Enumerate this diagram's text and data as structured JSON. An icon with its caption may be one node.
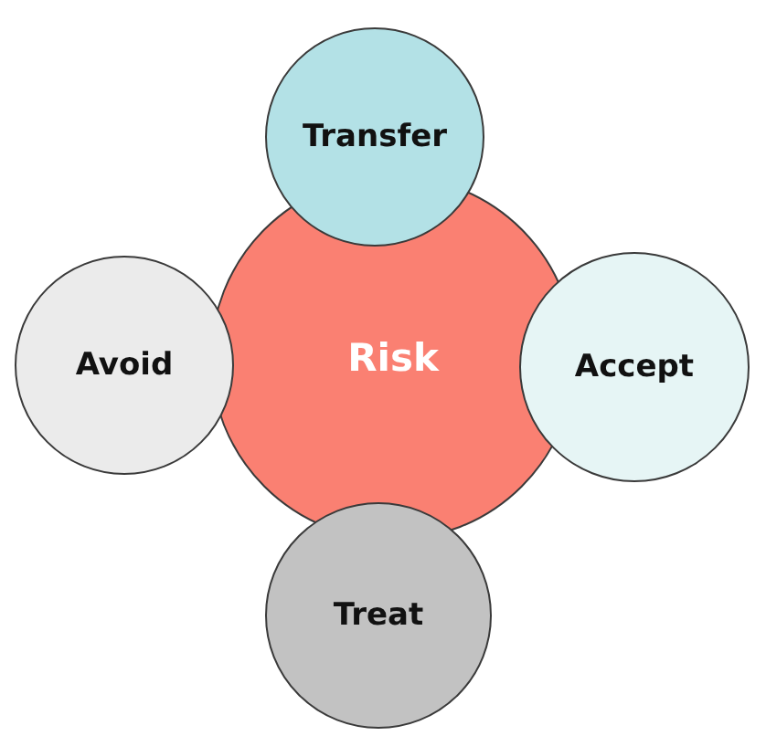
{
  "diagram": {
    "nodes": [
      {
        "text": [
          "Risk"
        ]
      },
      {
        "text": [
          "Transfer"
        ]
      },
      {
        "text": [
          "Avoid"
        ]
      },
      {
        "text": [
          "Accept"
        ]
      },
      {
        "text": [
          "Treat"
        ]
      }
    ]
  }
}
